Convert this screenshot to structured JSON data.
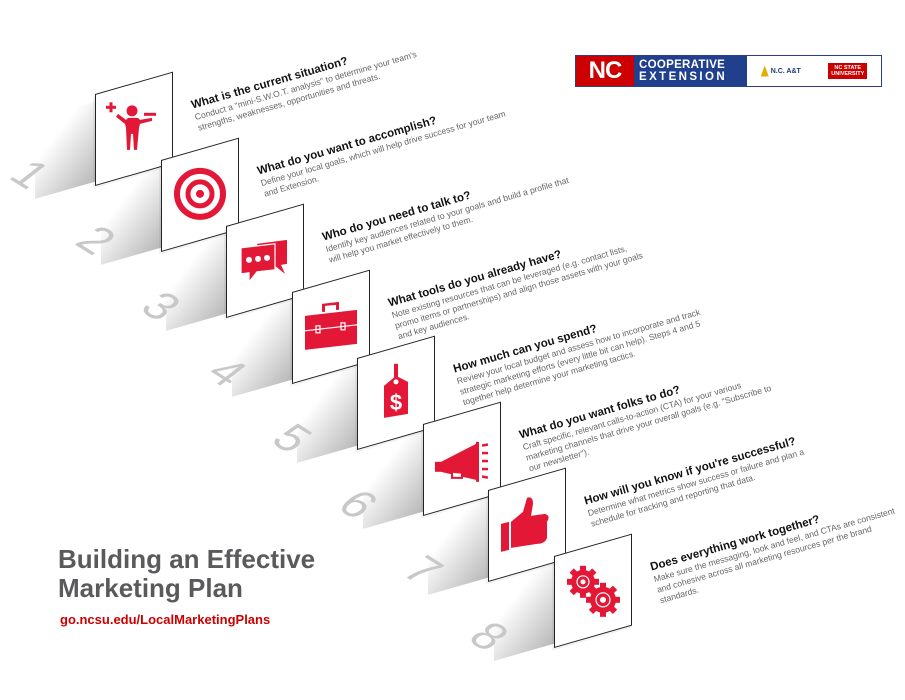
{
  "logo": {
    "nc": "NC",
    "line1": "COOPERATIVE",
    "line2": "EXTENSION",
    "partner1": "N.C. A&T",
    "partner2_line1": "NC STATE",
    "partner2_line2": "UNIVERSITY"
  },
  "title": {
    "line1": "Building an Effective",
    "line2": "Marketing Plan",
    "url": "go.ncsu.edu/LocalMarketingPlans"
  },
  "colors": {
    "accent": "#e31837",
    "navy": "#203f8d",
    "gray_text": "#5a5a5c",
    "number": "#c8c8c8"
  },
  "steps": [
    {
      "number": "1",
      "icon": "person-plus-minus-icon",
      "heading": "What is the current situation?",
      "body": "Conduct a \"mini-S.W.O.T. analysis\" to determine your team's strengths, weaknesses, opportunities and threats."
    },
    {
      "number": "2",
      "icon": "target-icon",
      "heading": "What do you want to accomplish?",
      "body": "Define your local goals, which will help drive success for your team and Extension."
    },
    {
      "number": "3",
      "icon": "chat-bubbles-icon",
      "heading": "Who do you need to talk to?",
      "body": "Identify key audiences related to your goals and build a profile that will help you market effectively to them."
    },
    {
      "number": "4",
      "icon": "briefcase-icon",
      "heading": "What tools do you already have?",
      "body": "Note existing resources that can be leveraged (e.g. contact lists, promo items or partnerships) and align those assets with your goals and key audiences."
    },
    {
      "number": "5",
      "icon": "price-tag-dollar-icon",
      "heading": "How much can you spend?",
      "body": "Review your local budget and assess how to incorporate and track strategic marketing efforts (every little bit can help). Steps 4 and 5 together help determine your marketing tactics."
    },
    {
      "number": "6",
      "icon": "megaphone-icon",
      "heading": "What do you want folks to do?",
      "body": "Craft specific, relevant calls-to-action (CTA) for your various marketing channels that drive your overall goals (e.g. \"Subscribe to our newsletter\")."
    },
    {
      "number": "7",
      "icon": "thumbs-up-icon",
      "heading": "How will you know if you're successful?",
      "body": "Determine what metrics show success or failure and plan a schedule for tracking and reporting that data."
    },
    {
      "number": "8",
      "icon": "gears-icon",
      "heading": "Does everything work together?",
      "body": "Make sure the messaging, look and feel, and CTAs are consistent and cohesive across all marketing resources per the brand standards."
    }
  ]
}
